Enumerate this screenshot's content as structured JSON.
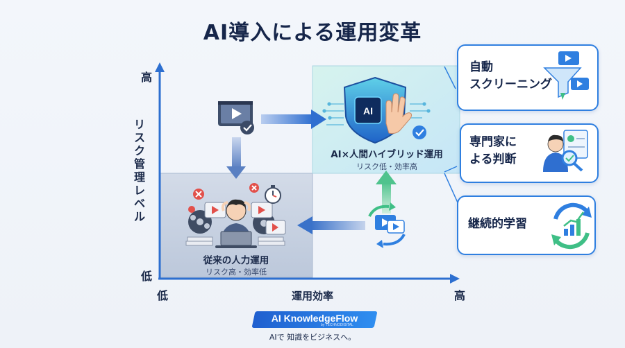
{
  "title": "AI導入による運用変革",
  "axes": {
    "y_label": "リスク管理レベル",
    "y_high": "高",
    "y_low": "低",
    "x_label": "運用効率",
    "x_low": "低",
    "x_high": "高"
  },
  "quadrants": {
    "traditional": {
      "label": "従来の人力運用",
      "sub": "リスク高・効率低"
    },
    "hybrid": {
      "label": "AI×人間ハイブリッド運用",
      "sub": "リスク低・効率高"
    }
  },
  "shield_chip_label": "AI",
  "callouts": [
    {
      "lines": [
        "自動",
        "スクリーニング"
      ]
    },
    {
      "lines": [
        "専門家に",
        "よる判断"
      ]
    },
    {
      "lines": [
        "継続的学習"
      ]
    }
  ],
  "brand": {
    "name": "AI KnowledgeFlow",
    "by": "by TECHNODIGITAL",
    "tagline": "AIで 知識をビジネスへ。"
  },
  "colors": {
    "accent": "#2f7fe0",
    "arrow_blue": "#3a7bd5",
    "arrow_green": "#5fcf9a",
    "quadrant_traditional": "#c9d3e3",
    "quadrant_hybrid": "#cdeef2"
  },
  "icons": [
    "video-icon",
    "check-icon",
    "shield-icon",
    "cpu-icon",
    "hand-icon",
    "funnel-icon",
    "expert-icon",
    "magnifier-icon",
    "cycle-icon",
    "growth-chart-icon",
    "stressed-person-icon",
    "sync-video-icon",
    "stopwatch-icon",
    "x-mark-icon",
    "film-reel-icon",
    "laptop-icon"
  ]
}
